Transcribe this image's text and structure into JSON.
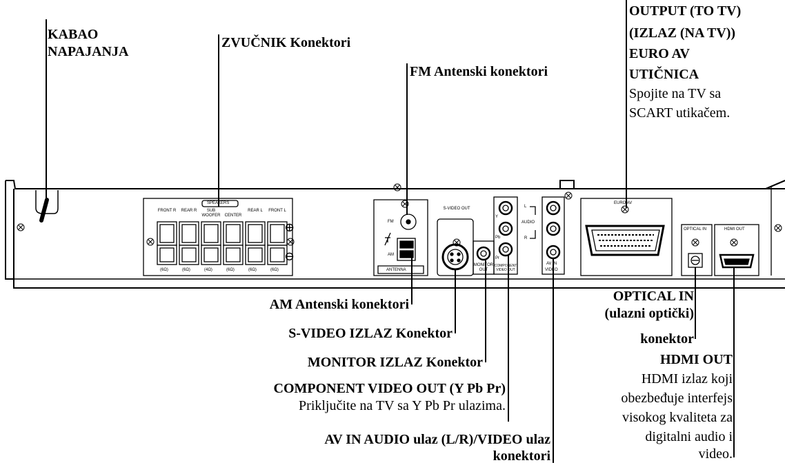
{
  "callouts": {
    "power_cord": "KABAO NAPAJANJA",
    "speaker_connectors": "ZVUČNIK Konektori",
    "fm_antenna": "FM Antenski konektori",
    "output_tv_line1": "OUTPUT (TO TV)",
    "output_tv_line2": "(IZLAZ (NA TV))",
    "output_tv_line3": "EURO AV",
    "output_tv_line4": "UTIČNICA",
    "output_tv_desc1": "Spojite na TV sa",
    "output_tv_desc2": "SCART utikačem.",
    "am_antenna": "AM Antenski konektori",
    "svideo_out": "S-VIDEO IZLAZ Konektor",
    "monitor_out": "MONITOR IZLAZ Konektor",
    "component_out": "COMPONENT VIDEO OUT (Y Pb Pr)",
    "component_desc": "Priključite na TV sa Y Pb Pr ulazima.",
    "av_in_line1": "AV IN AUDIO ulaz (L/R)/VIDEO ulaz",
    "av_in_line2": "konektori",
    "optical_line1": "OPTICAL IN",
    "optical_line2": "(ulazni optički)",
    "optical_line3": "konektor",
    "hdmi_title": "HDMI OUT",
    "hdmi_desc1": "HDMI izlaz koji",
    "hdmi_desc2": "obezbeđuje interfejs",
    "hdmi_desc3": "visokog kvaliteta za",
    "hdmi_desc4": "digitalni audio i",
    "hdmi_desc5": "video."
  },
  "panel": {
    "speakers_header": "SPEAKERS",
    "speaker_cols": [
      "FRONT R",
      "REAR R",
      "SUB WOOFER",
      "CENTER",
      "REAR L",
      "FRONT L"
    ],
    "impedances": [
      "(6Ω)",
      "(6Ω)",
      "(4Ω)",
      "(6Ω)",
      "(6Ω)",
      "(6Ω)"
    ],
    "plus": "⊕",
    "minus": "⊖",
    "fm": "FM",
    "am": "AM",
    "antenna": "ANTENNA",
    "svideo": "S-VIDEO OUT",
    "y": "Y",
    "pb": "Pb",
    "pr": "Pr",
    "monitor_out": "MONITOR OUT",
    "component_video_out": "COMPONENT VIDEO OUT",
    "audio": "AUDIO",
    "l": "L",
    "r": "R",
    "av_in": "AV IN",
    "video": "VIDEO",
    "euro_av": "EURO AV",
    "optical_in": "OPTICAL IN",
    "hdmi_out": "HDMI OUT"
  }
}
